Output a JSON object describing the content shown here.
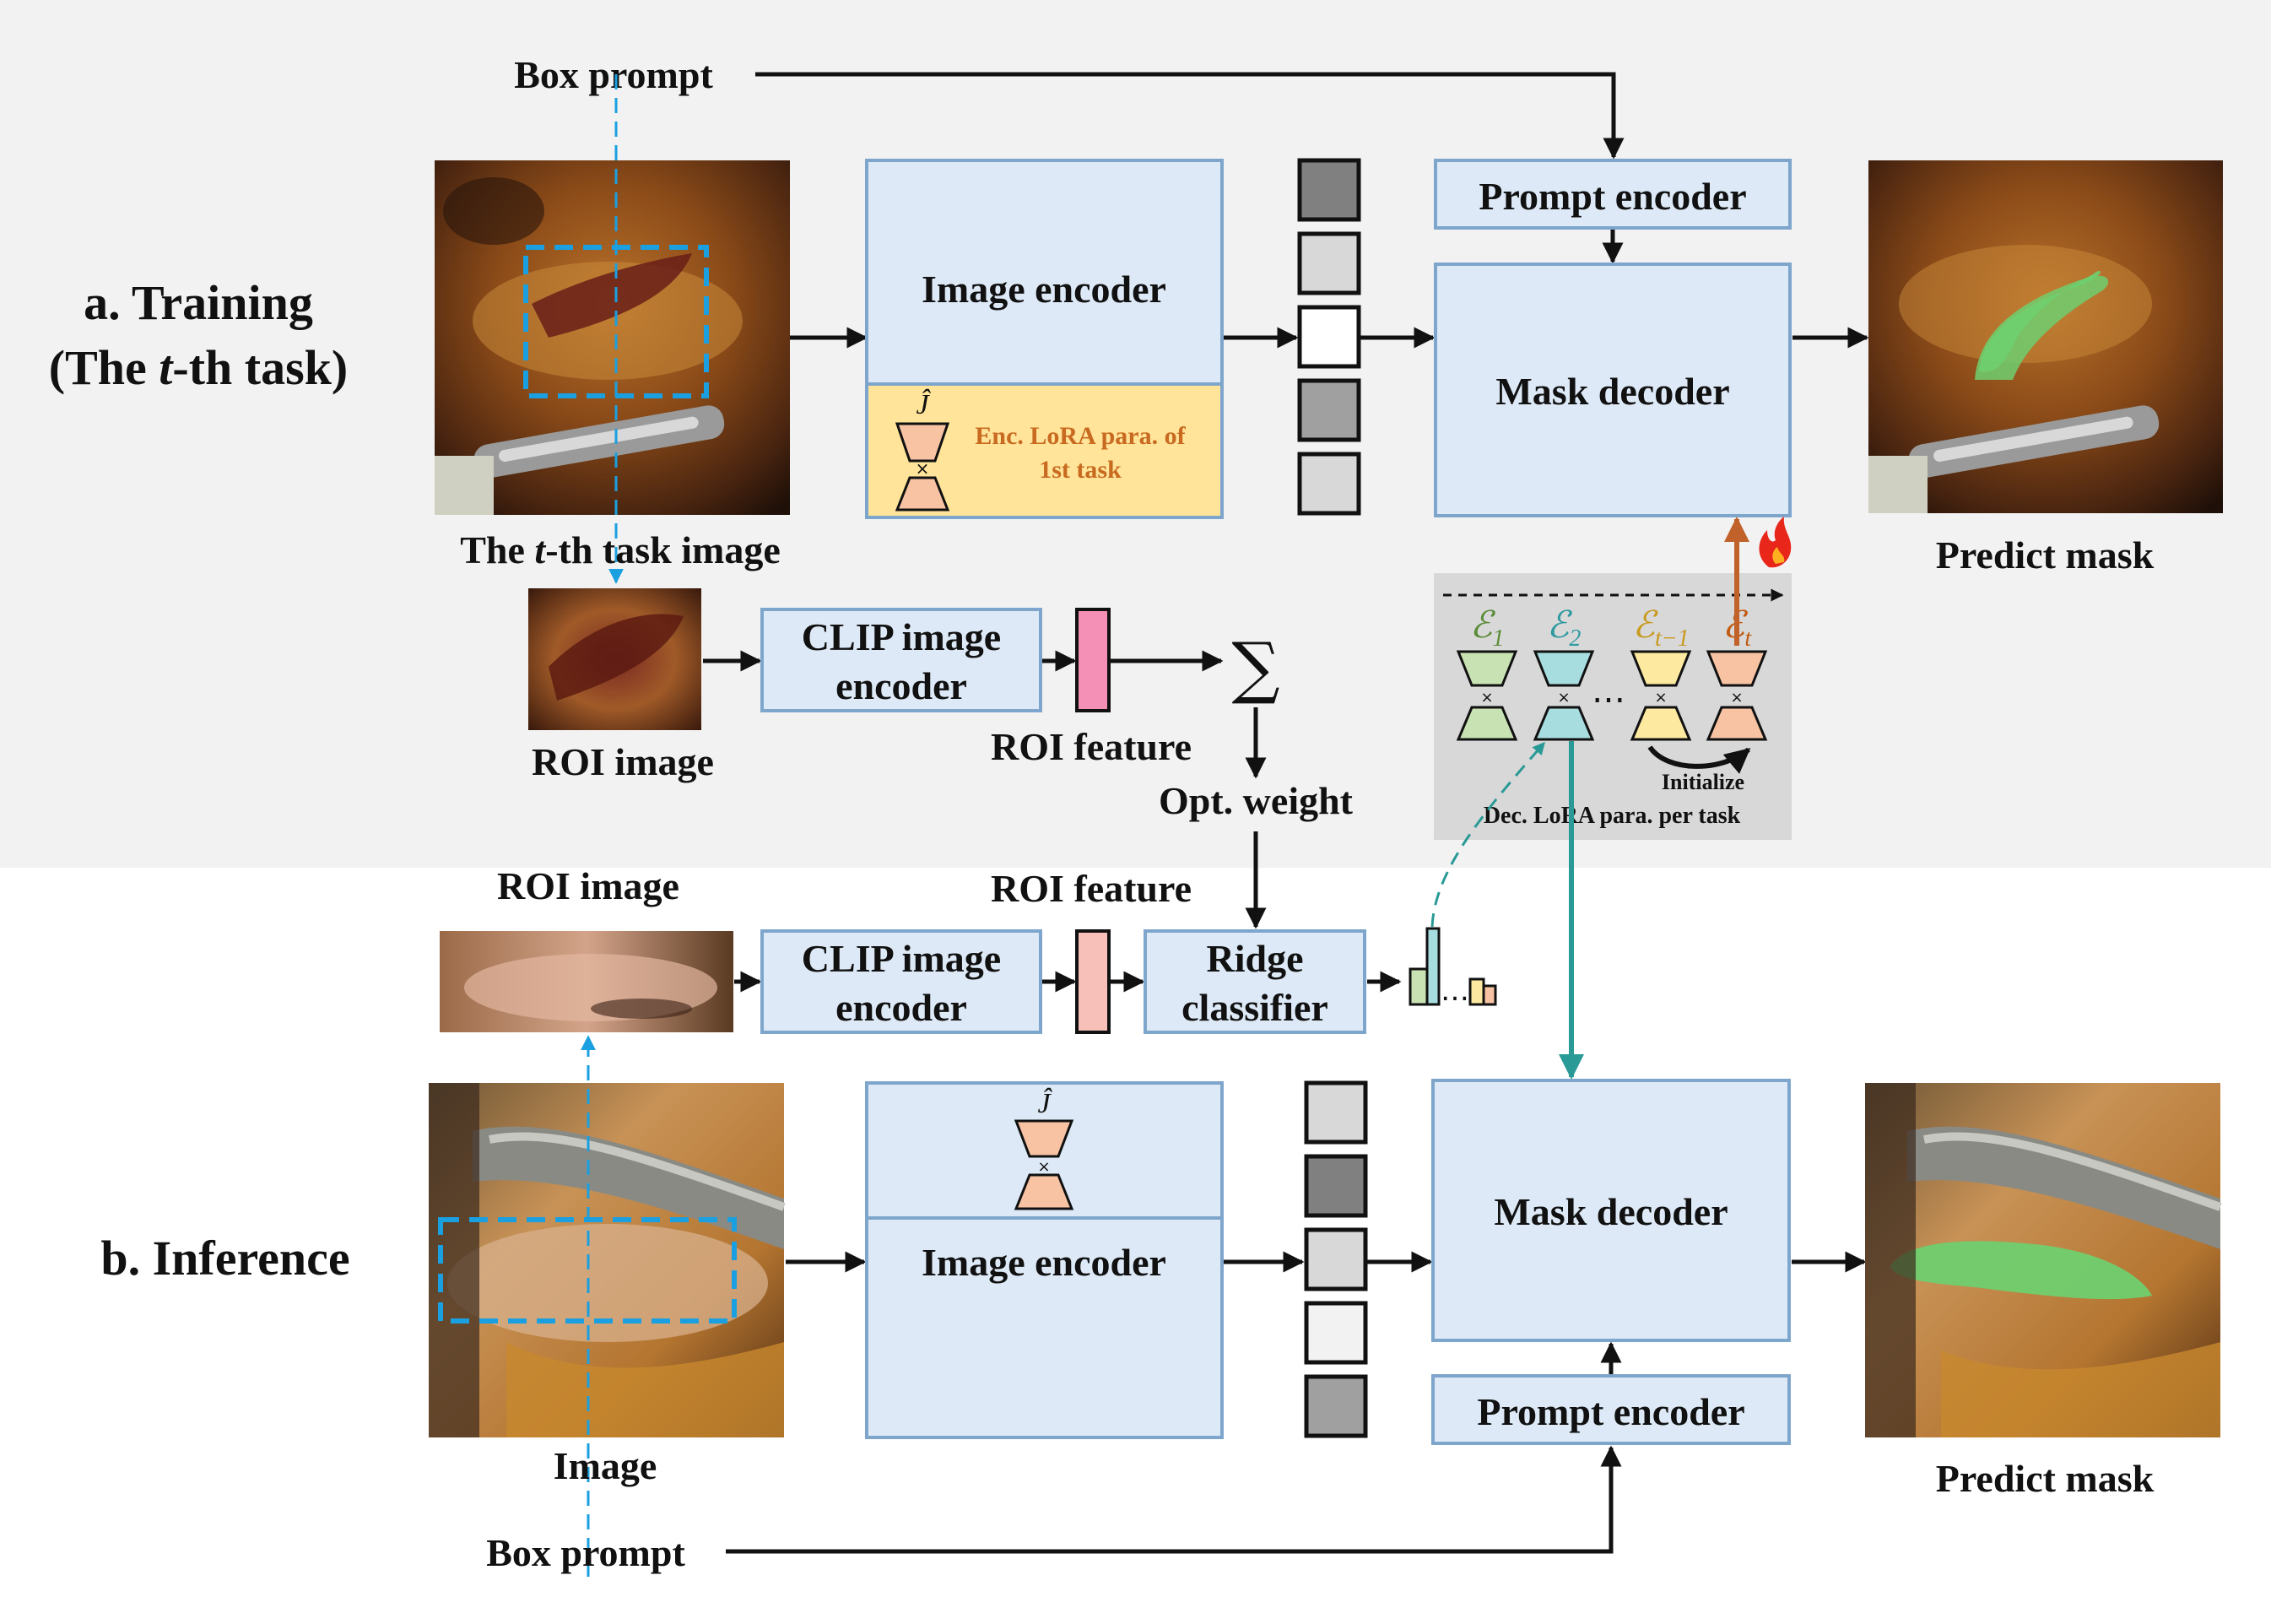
{
  "training": {
    "title_line1": "a. Training",
    "title_line2_pre": "(The ",
    "title_line2_var": "t",
    "title_line2_post": "-th task)",
    "box_prompt": "Box prompt",
    "task_image_pre": "The ",
    "task_image_var": "t",
    "task_image_post": "-th task image",
    "image_encoder": "Image encoder",
    "enc_lora_symbol": "Ĵ",
    "enc_lora_line1": "Enc. LoRA para. of",
    "enc_lora_line2": "1st task",
    "prompt_encoder": "Prompt encoder",
    "mask_decoder": "Mask decoder",
    "predict_mask": "Predict mask",
    "roi_image": "ROI image",
    "clip_line1": "CLIP image",
    "clip_line2": "encoder",
    "roi_feature": "ROI feature",
    "sum_symbol": "∑",
    "opt_weight": "Opt. weight",
    "eps1": "ℰ",
    "eps1_sub": "1",
    "eps2": "ℰ",
    "eps2_sub": "2",
    "epsm1": "ℰ",
    "epsm1_sub": "t−1",
    "epst": "ℰ",
    "epst_sub": "t",
    "ellipsis": "…",
    "initialize": "Initialize",
    "dec_lora": "Dec. LoRA para. per task"
  },
  "inference": {
    "title": "b. Inference",
    "roi_image": "ROI image",
    "roi_feature": "ROI feature",
    "clip_line1": "CLIP image",
    "clip_line2": "encoder",
    "ridge_line1": "Ridge",
    "ridge_line2": "classifier",
    "enc_lora_symbol": "Ĵ",
    "image_encoder": "Image encoder",
    "mask_decoder": "Mask decoder",
    "prompt_encoder": "Prompt encoder",
    "image": "Image",
    "box_prompt": "Box prompt",
    "predict_mask": "Predict mask",
    "dots": "…"
  },
  "colors": {
    "training_bg": "#f2f2f2",
    "gray_panel": "#d8d8d8",
    "box_fill": "#dde9f6",
    "box_stroke": "#7ea6cc",
    "lora_yellow": "#ffe499",
    "lora_salmon": "#f7c3a3",
    "lora_green": "#c9e2b3",
    "lora_teal": "#a8dde0",
    "lora_yellow2": "#fdeaa0",
    "pink_feature": "#f48fb5",
    "salmon_feature": "#f7c0b8",
    "eps1_color": "#5b8c3a",
    "eps2_color": "#2e9aa0",
    "epsm1_color": "#c89a1e",
    "epst_color": "#c05a10",
    "orange_arrow": "#c0622a",
    "teal_arrow": "#2a9a96",
    "dashed_blue": "#1aa0e0",
    "mask_green": "#6fcf6f"
  }
}
